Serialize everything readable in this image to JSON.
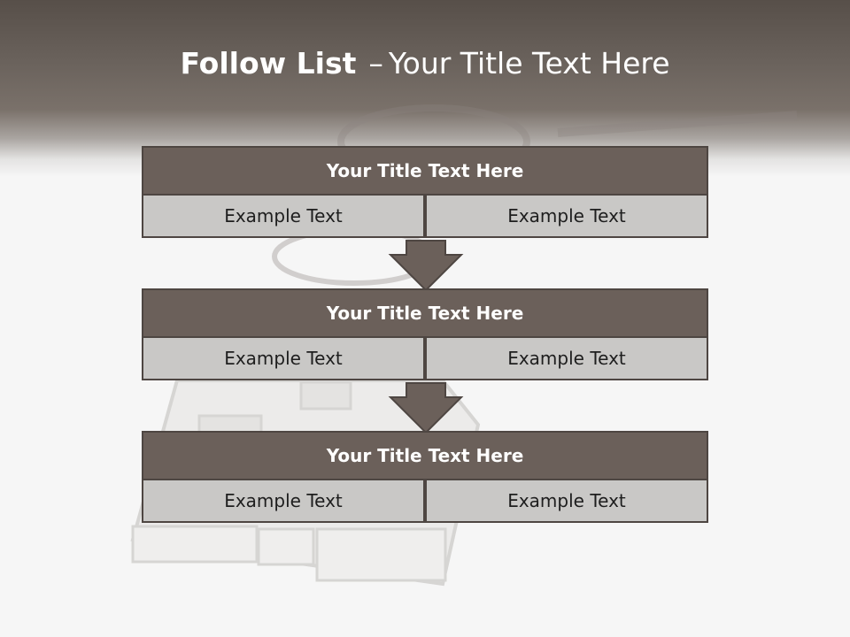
{
  "slide": {
    "title_bold": "Follow List",
    "title_dash": "–",
    "title_rest": "Your Title Text Here"
  },
  "items": [
    {
      "title": "Your Title Text Here",
      "left": "Example Text",
      "right": "Example Text"
    },
    {
      "title": "Your Title Text Here",
      "left": "Example Text",
      "right": "Example Text"
    },
    {
      "title": "Your Title Text Here",
      "left": "Example Text",
      "right": "Example Text"
    }
  ],
  "colors": {
    "header": "#6a625c",
    "box_title": "#6b605a",
    "box_cell": "#c9c8c6",
    "border": "#4e4642",
    "arrow": "#6b605a"
  }
}
